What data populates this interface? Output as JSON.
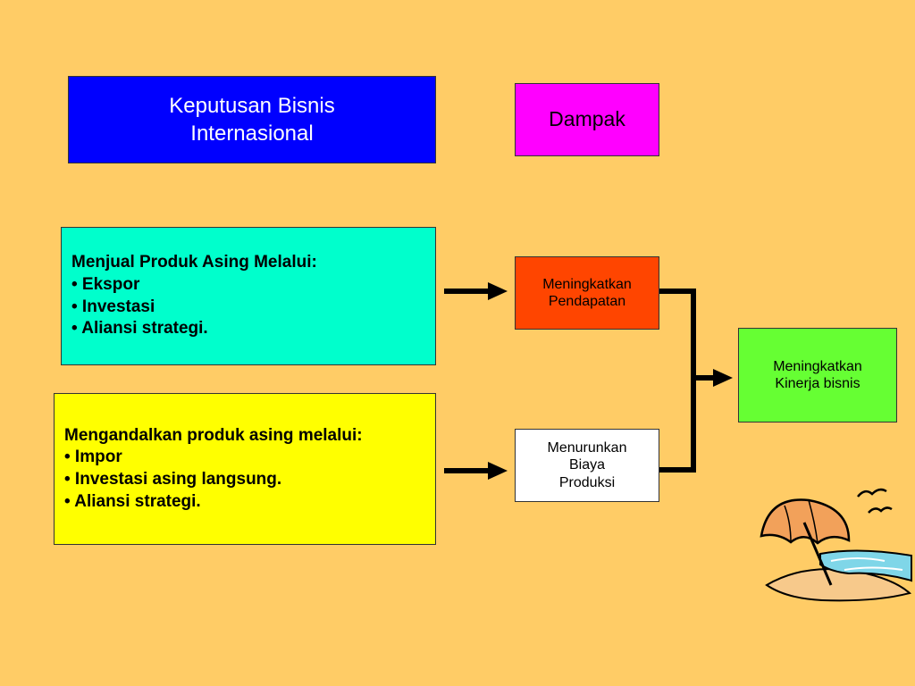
{
  "header": {
    "left": [
      "Keputusan Bisnis",
      "Internasional"
    ],
    "right": "Dampak"
  },
  "sell_box": {
    "title": "Menjual Produk Asing Melalui:",
    "items": [
      "• Ekspor",
      "• Investasi",
      "• Aliansi strategi."
    ]
  },
  "rely_box": {
    "title": "Mengandalkan produk asing melalui:",
    "items": [
      "• Impor",
      "• Investasi asing langsung.",
      "• Aliansi strategi."
    ]
  },
  "impact_income": [
    "Meningkatkan",
    "Pendapatan"
  ],
  "impact_cost": [
    "Menurunkan",
    "Biaya",
    "Produksi"
  ],
  "result": [
    "Meningkatkan",
    "Kinerja bisnis"
  ],
  "colors": {
    "background": "#FFCC66",
    "header_left": "#0000FF",
    "header_right": "#FF00FF",
    "sell_box": "#00FFCC",
    "rely_box": "#FFFF00",
    "impact_income": "#FF4500",
    "impact_cost": "#FFFFFF",
    "result": "#66FF33"
  },
  "decoration": "beach-umbrella-clipart"
}
